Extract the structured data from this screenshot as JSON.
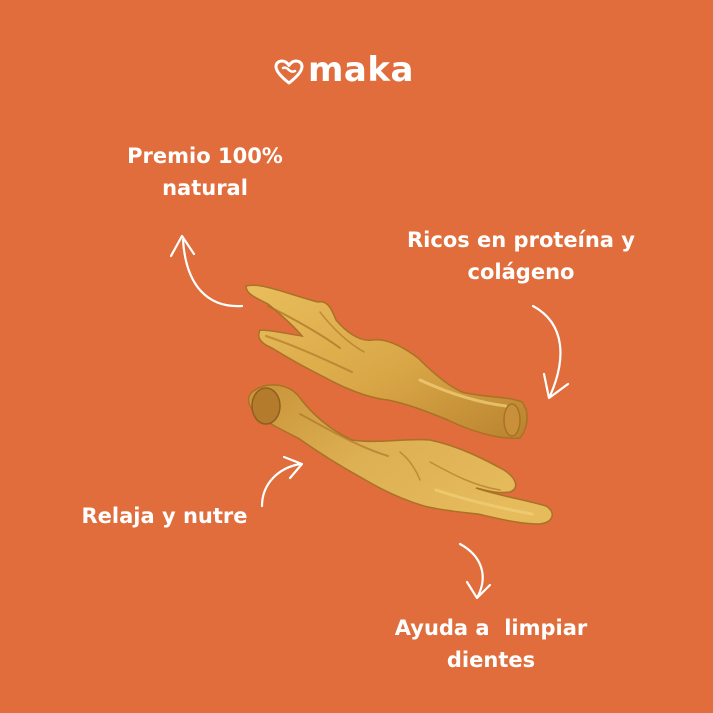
{
  "brand": {
    "name": "maka",
    "icon": "heart-icon"
  },
  "callouts": {
    "natural": {
      "lines": [
        "Premio 100%",
        "natural"
      ]
    },
    "protein": {
      "lines": [
        "Ricos en proteína y",
        "colágeno"
      ]
    },
    "relaja": {
      "lines": [
        "Relaja y nutre"
      ]
    },
    "dientes": {
      "lines": [
        "Ayuda a  limpiar",
        "dientes"
      ]
    }
  },
  "colors": {
    "background": "#E06D3B",
    "text": "#FFFFFF",
    "product": "#D9A646"
  }
}
